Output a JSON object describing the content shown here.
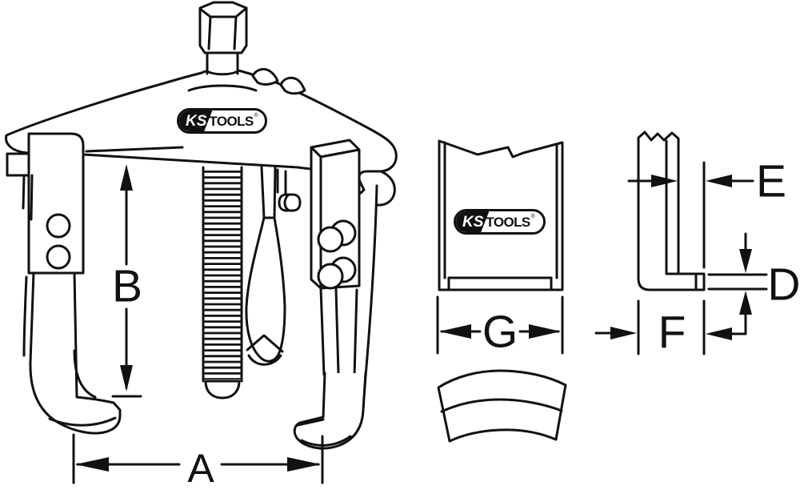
{
  "diagram": {
    "background": "#ffffff",
    "line_color": "#111111",
    "labels": {
      "a": "A",
      "b": "B",
      "d": "D",
      "e": "E",
      "f": "F",
      "g": "G"
    },
    "brand": {
      "ks": "KS",
      "tools": "TOOLS",
      "registered": "®"
    },
    "figures": {
      "puller": "three-arm-gear-puller-drawing",
      "jaw_front": "puller-jaw-front-view",
      "jaw_side": "puller-jaw-side-profile",
      "jaw_tip": "puller-jaw-curved-tip-segment"
    }
  }
}
